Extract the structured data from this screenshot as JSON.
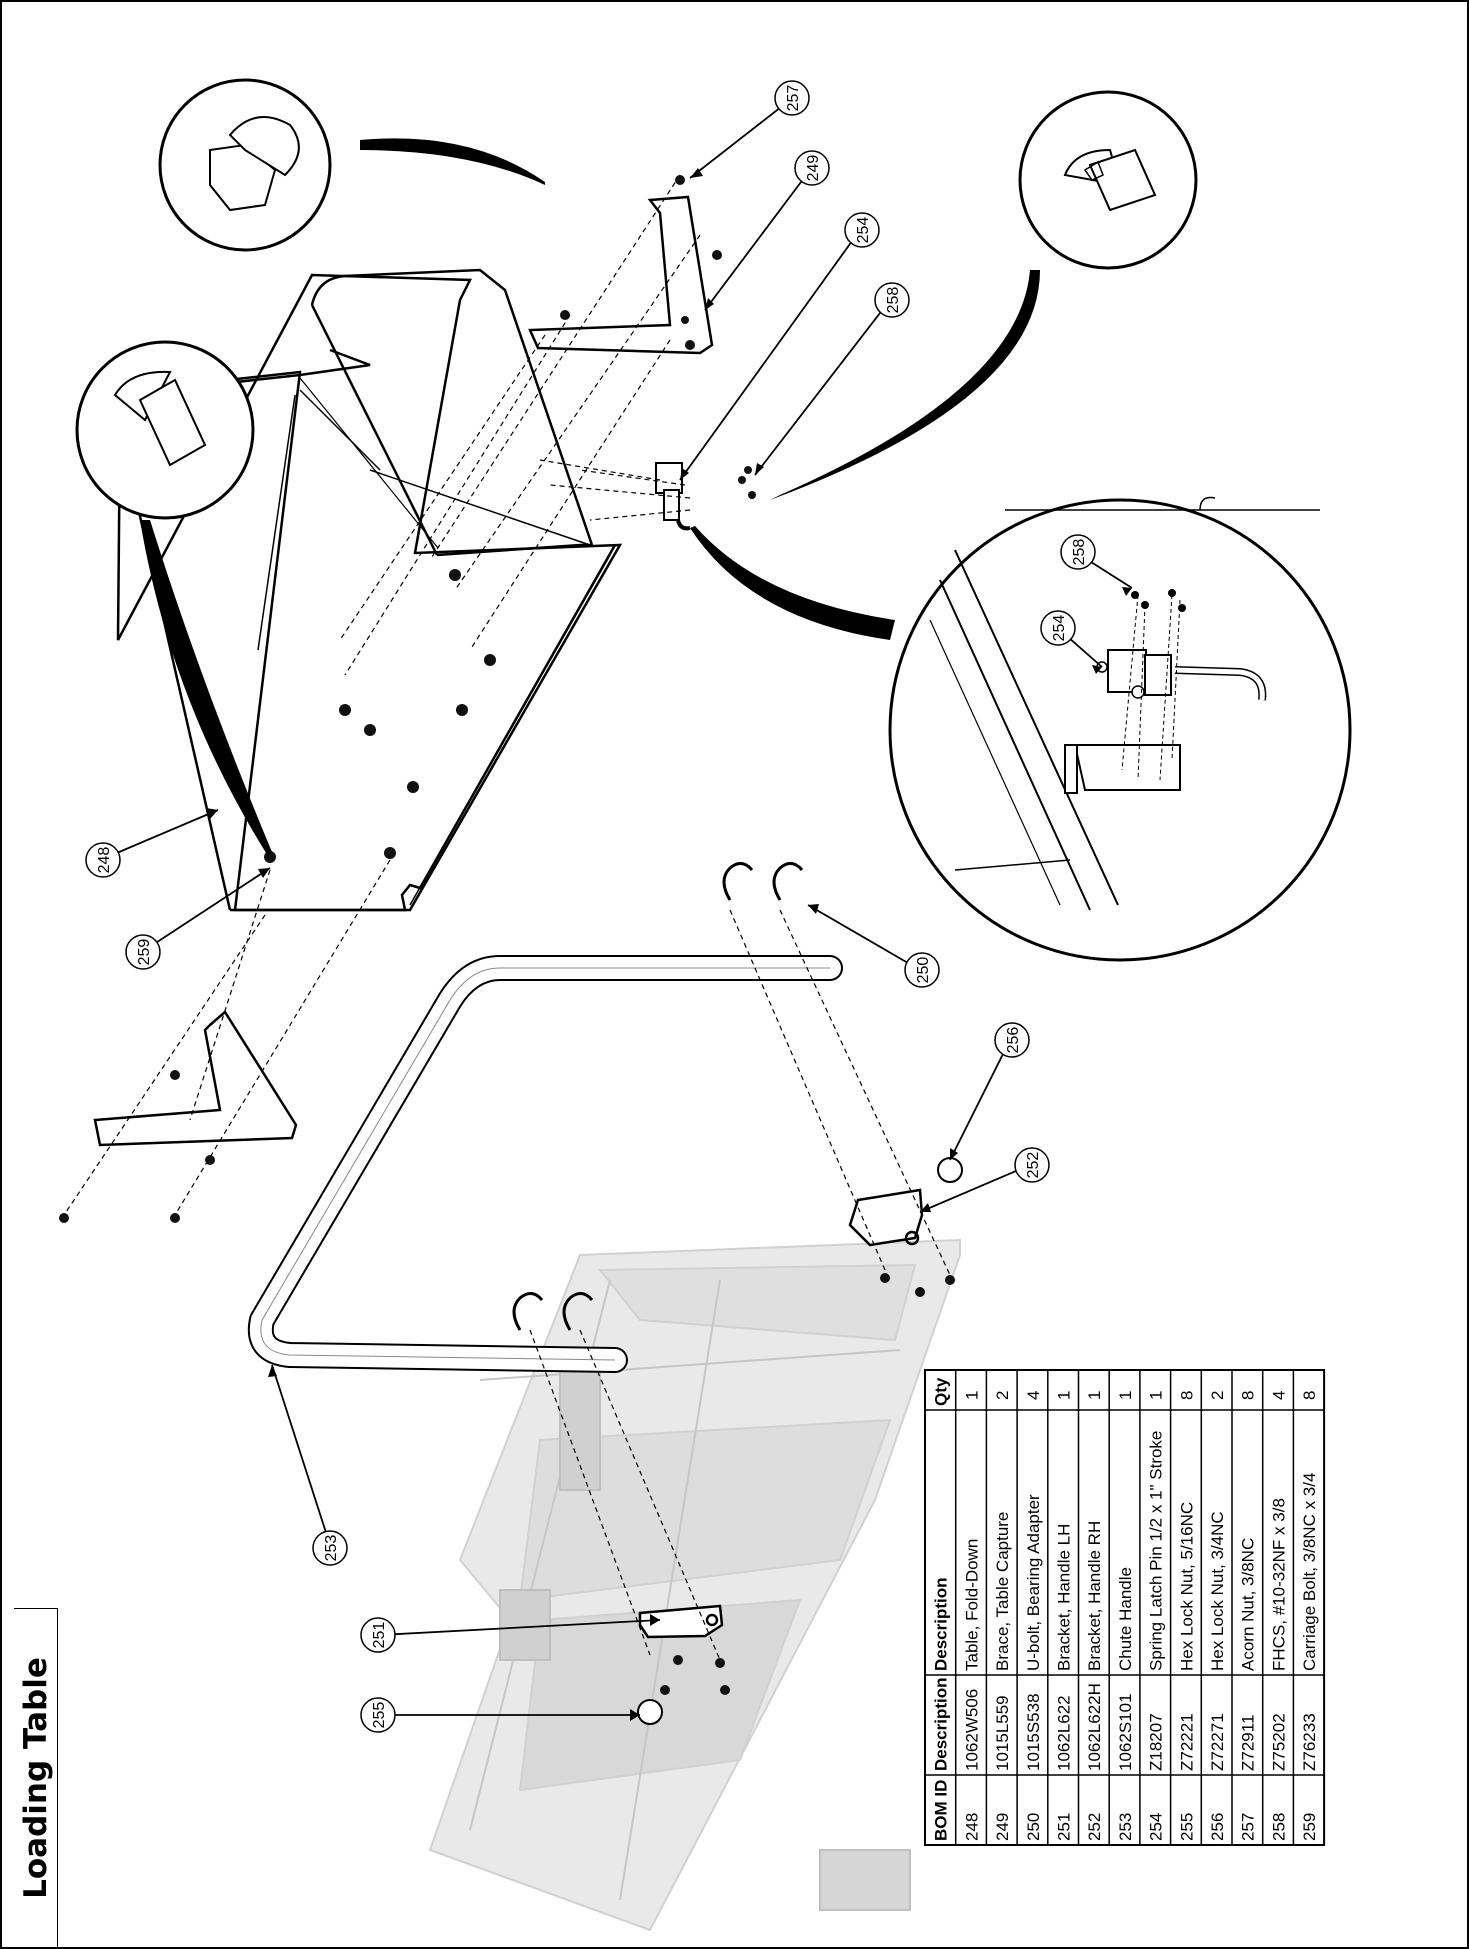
{
  "page_title": "Loading Table",
  "bom_table": {
    "headers": [
      "BOM ID",
      "Description",
      "Description",
      "Qty"
    ],
    "rows": [
      {
        "bom_id": "248",
        "part": "1062W506",
        "description": "Table, Fold-Down",
        "qty": "1"
      },
      {
        "bom_id": "249",
        "part": "1015L559",
        "description": "Brace, Table Capture",
        "qty": "2"
      },
      {
        "bom_id": "250",
        "part": "1015S538",
        "description": "U-bolt, Bearing Adapter",
        "qty": "4"
      },
      {
        "bom_id": "251",
        "part": "1062L622",
        "description": "Bracket, Handle LH",
        "qty": "1"
      },
      {
        "bom_id": "252",
        "part": "1062L622H",
        "description": "Bracket, Handle RH",
        "qty": "1"
      },
      {
        "bom_id": "253",
        "part": "1062S101",
        "description": "Chute Handle",
        "qty": "1"
      },
      {
        "bom_id": "254",
        "part": "Z18207",
        "description": "Spring Latch Pin 1/2 x 1\" Stroke",
        "qty": "1"
      },
      {
        "bom_id": "255",
        "part": "Z72221",
        "description": "Hex Lock Nut, 5/16NC",
        "qty": "8"
      },
      {
        "bom_id": "256",
        "part": "Z72271",
        "description": "Hex Lock Nut, 3/4NC",
        "qty": "2"
      },
      {
        "bom_id": "257",
        "part": "Z72911",
        "description": "Acorn Nut, 3/8NC",
        "qty": "8"
      },
      {
        "bom_id": "258",
        "part": "Z75202",
        "description": "FHCS, #10-32NF x 3/8",
        "qty": "4"
      },
      {
        "bom_id": "259",
        "part": "Z76233",
        "description": "Carriage Bolt, 3/8NC x 3/4",
        "qty": "8"
      }
    ]
  },
  "callouts": [
    "257",
    "249",
    "254",
    "258",
    "248",
    "259",
    "250",
    "256",
    "252",
    "253",
    "251",
    "255",
    "258",
    "254"
  ]
}
